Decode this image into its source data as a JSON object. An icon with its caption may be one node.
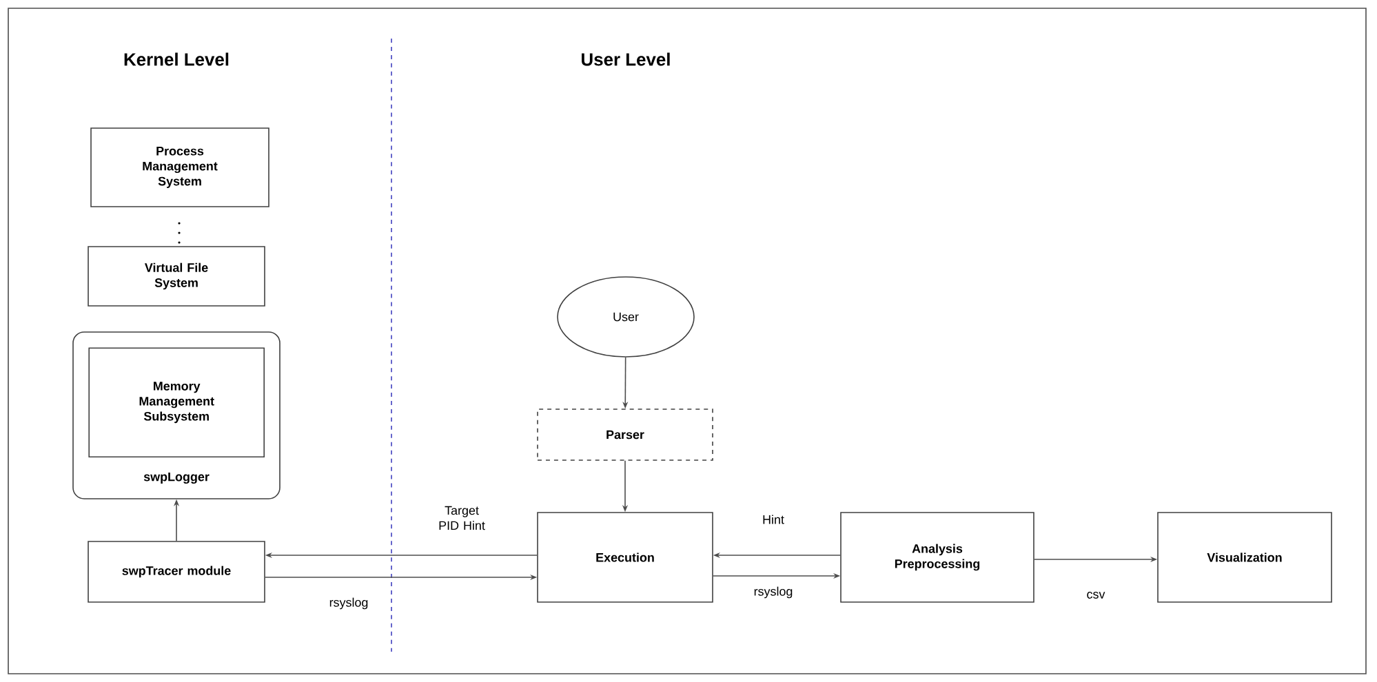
{
  "diagram": {
    "nodes": [
      {
        "text": [
          "Process Management System"
        ]
      },
      {
        "text": [
          "Virtual File System"
        ]
      },
      {
        "text": [
          "swpLogger"
        ]
      },
      {
        "text": [
          "Memory Management Subsystem"
        ],
        "in": 2
      },
      {
        "text": [
          "swpTracer module"
        ]
      },
      {
        "text": [
          "User"
        ]
      },
      {
        "text": [
          "Parser"
        ]
      },
      {
        "text": [
          "Execution"
        ]
      },
      {
        "text": [
          "Analysis Preprocessing"
        ]
      },
      {
        "text": [
          "Visualization"
        ]
      }
    ],
    "edges": [
      {
        "from": 4,
        "to": 2,
        "arrow": "to"
      },
      {
        "from": 7,
        "to": 4,
        "arrow": "to",
        "label": "Target PID Hint"
      },
      {
        "from": 4,
        "to": 7,
        "arrow": "to",
        "label": "rsyslog"
      },
      {
        "from": 5,
        "to": 6,
        "arrow": "to"
      },
      {
        "from": 6,
        "to": 7,
        "arrow": "to"
      },
      {
        "from": 8,
        "to": 7,
        "arrow": "to",
        "label": "Hint"
      },
      {
        "from": 7,
        "to": 8,
        "arrow": "to",
        "label": "rsyslog"
      },
      {
        "from": 8,
        "to": 9,
        "arrow": "to",
        "label": "csv"
      }
    ],
    "labels": [
      "Kernel Level",
      "User Level"
    ]
  }
}
